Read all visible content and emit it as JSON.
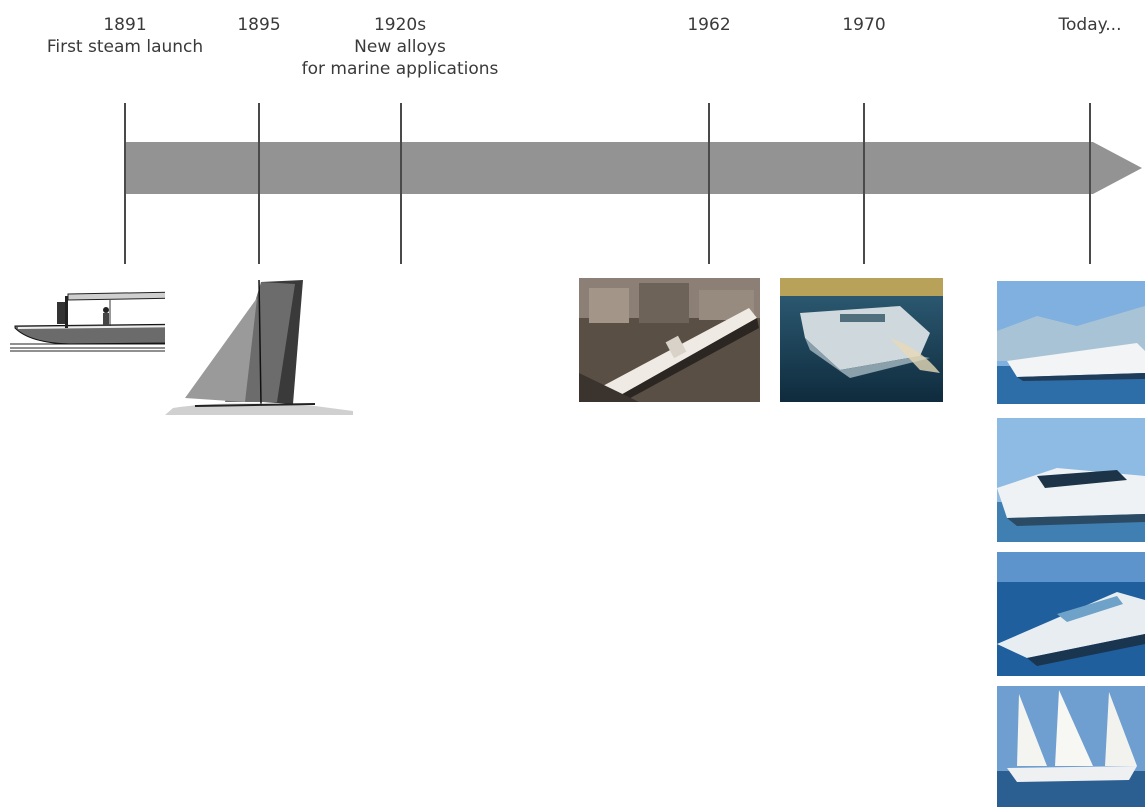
{
  "milestones": [
    {
      "year": "1891",
      "desc": "First steam launch"
    },
    {
      "year": "1895",
      "desc": ""
    },
    {
      "year": "1920s",
      "desc": "New alloys",
      "desc2": "for marine applications"
    },
    {
      "year": "1962",
      "desc": ""
    },
    {
      "year": "1970",
      "desc": ""
    },
    {
      "year": "Today...",
      "desc": ""
    }
  ],
  "colors": {
    "arrow": "#939393",
    "tick": "#4a4a4a",
    "text": "#3a3a3a",
    "sea": "#1f5f9e",
    "sky": "#6fa3d8"
  },
  "images": [
    {
      "name": "steam-launch-engraving"
    },
    {
      "name": "sailing-yacht-photo"
    },
    {
      "name": "ocean-liner-photo"
    },
    {
      "name": "catamaran-ferry-photo"
    },
    {
      "name": "cruise-ship-photo"
    },
    {
      "name": "passenger-ferry-photo"
    },
    {
      "name": "fast-ferry-photo"
    },
    {
      "name": "sailing-cruiser-photo"
    }
  ]
}
